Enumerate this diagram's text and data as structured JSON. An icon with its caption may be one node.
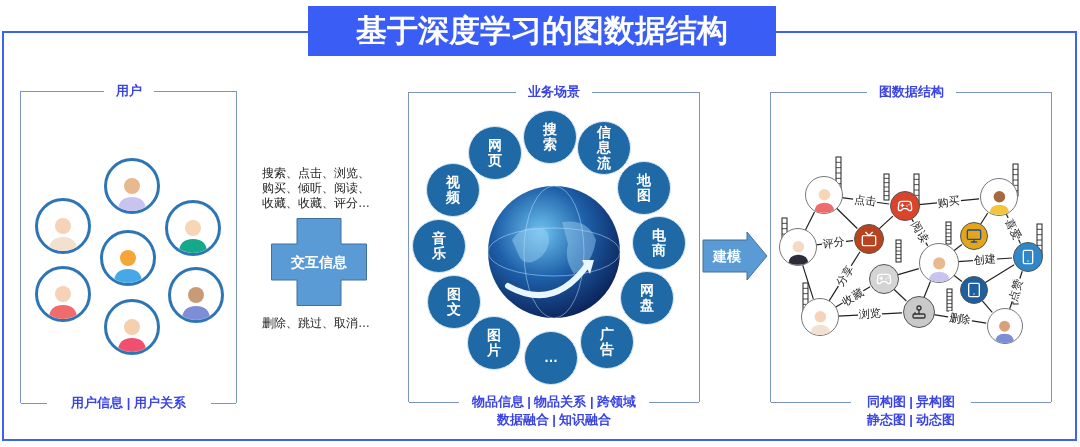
{
  "diagram": {
    "title": "基于深度学习的图数据结构",
    "nodes": [
      {
        "text": [
          "用户",
          "用户信息 | 用户关系"
        ]
      },
      {
        "text": [],
        "shape": "person",
        "in": 0
      },
      {
        "text": [],
        "shape": "person",
        "in": 0
      },
      {
        "text": [],
        "shape": "person",
        "in": 0
      },
      {
        "text": [],
        "shape": "person",
        "in": 0
      },
      {
        "text": [],
        "shape": "person",
        "in": 0
      },
      {
        "text": [],
        "shape": "person",
        "in": 0
      },
      {
        "text": [],
        "shape": "person",
        "in": 0
      },
      {
        "text": [
          "交互信息"
        ],
        "beside": [
          "搜索、点击、浏览、购买、倾听、阅读、收藏、收藏、评分…",
          "删除、跳过、取消…"
        ]
      },
      {
        "text": [
          "业务场景",
          "物品信息 | 物品关系 | 跨领域数据融合 | 知识融合"
        ]
      },
      {
        "text": [],
        "shape": "picture",
        "in": 9
      },
      {
        "text": [
          "搜索"
        ],
        "in": 9
      },
      {
        "text": [
          "信息流"
        ],
        "in": 9
      },
      {
        "text": [
          "地图"
        ],
        "in": 9
      },
      {
        "text": [
          "电商"
        ],
        "in": 9
      },
      {
        "text": [
          "网盘"
        ],
        "in": 9
      },
      {
        "text": [
          "广告"
        ],
        "in": 9
      },
      {
        "text": [
          "…"
        ],
        "in": 9
      },
      {
        "text": [
          "图片"
        ],
        "in": 9
      },
      {
        "text": [
          "图文"
        ],
        "in": 9
      },
      {
        "text": [
          "音乐"
        ],
        "in": 9
      },
      {
        "text": [
          "视频"
        ],
        "in": 9
      },
      {
        "text": [
          "网页"
        ],
        "in": 9
      },
      {
        "text": [
          "图数据结构",
          "同构图 | 异构图静态图 | 动态图"
        ]
      },
      {
        "text": [],
        "shape": "person",
        "in": 23
      },
      {
        "text": [],
        "shape": "person",
        "in": 23
      },
      {
        "text": [],
        "shape": "person",
        "in": 23
      },
      {
        "text": [],
        "shape": "circle",
        "in": 23
      },
      {
        "text": [],
        "shape": "circle",
        "in": 23
      },
      {
        "text": [],
        "shape": "circle",
        "in": 23
      },
      {
        "text": [],
        "shape": "circle",
        "in": 23
      },
      {
        "text": [],
        "shape": "person",
        "in": 23
      },
      {
        "text": [],
        "shape": "person",
        "in": 23
      },
      {
        "text": [],
        "shape": "circle",
        "in": 23
      },
      {
        "text": [],
        "shape": "circle",
        "in": 23
      },
      {
        "text": [],
        "shape": "circle",
        "in": 23
      },
      {
        "text": [],
        "shape": "person",
        "in": 23
      }
    ],
    "edges": [
      {
        "from": 9,
        "to": 23,
        "arrow": "to",
        "label": "建模"
      },
      {
        "from": 24,
        "to": 27,
        "arrow": "none",
        "label": "点击"
      },
      {
        "from": 24,
        "to": 25,
        "arrow": "none"
      },
      {
        "from": 24,
        "to": 28,
        "arrow": "none"
      },
      {
        "from": 25,
        "to": 28,
        "arrow": "none",
        "label": "评分"
      },
      {
        "from": 25,
        "to": 26,
        "arrow": "none"
      },
      {
        "from": 26,
        "to": 28,
        "arrow": "none",
        "label": "分享"
      },
      {
        "from": 26,
        "to": 29,
        "arrow": "none",
        "label": "收藏"
      },
      {
        "from": 26,
        "to": 30,
        "arrow": "none",
        "label": "浏览"
      },
      {
        "from": 28,
        "to": 27,
        "arrow": "none"
      },
      {
        "from": 27,
        "to": 32,
        "arrow": "none",
        "label": "购买"
      },
      {
        "from": 27,
        "to": 31,
        "arrow": "none",
        "label": "阅读"
      },
      {
        "from": 29,
        "to": 31,
        "arrow": "none"
      },
      {
        "from": 29,
        "to": 30,
        "arrow": "none"
      },
      {
        "from": 30,
        "to": 31,
        "arrow": "none"
      },
      {
        "from": 30,
        "to": 36,
        "arrow": "none",
        "label": "删除"
      },
      {
        "from": 31,
        "to": 33,
        "arrow": "none"
      },
      {
        "from": 31,
        "to": 34,
        "arrow": "none",
        "label": "创建"
      },
      {
        "from": 31,
        "to": 35,
        "arrow": "none"
      },
      {
        "from": 32,
        "to": 33,
        "arrow": "none"
      },
      {
        "from": 32,
        "to": 34,
        "arrow": "none",
        "label": "喜爱"
      },
      {
        "from": 34,
        "to": 35,
        "arrow": "none"
      },
      {
        "from": 34,
        "to": 36,
        "arrow": "none",
        "label": "点赞"
      },
      {
        "from": 35,
        "to": 36,
        "arrow": "none"
      }
    ]
  }
}
